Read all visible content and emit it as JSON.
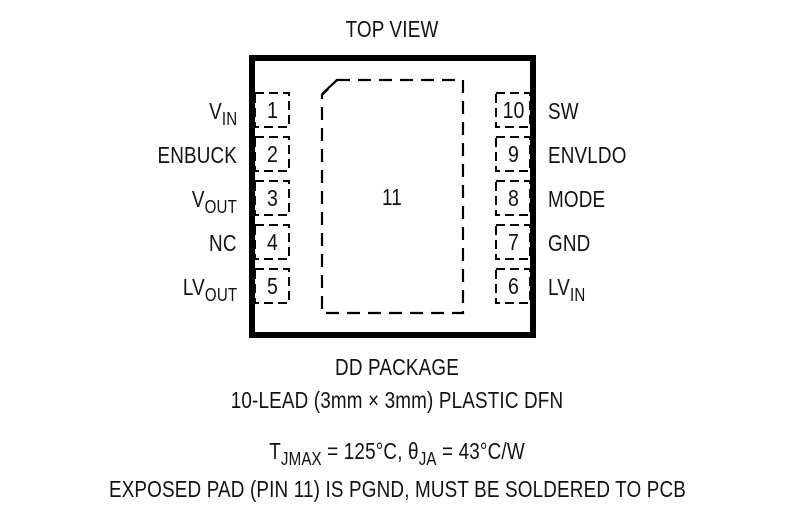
{
  "title": "TOP VIEW",
  "package": {
    "name": "DD PACKAGE",
    "description": "10-LEAD (3mm × 3mm) PLASTIC DFN",
    "exposed_pad_number": "11"
  },
  "pins_left": [
    {
      "number": "1",
      "name_main": "V",
      "name_sub": "IN"
    },
    {
      "number": "2",
      "name_main": "ENBUCK",
      "name_sub": ""
    },
    {
      "number": "3",
      "name_main": "V",
      "name_sub": "OUT"
    },
    {
      "number": "4",
      "name_main": "NC",
      "name_sub": ""
    },
    {
      "number": "5",
      "name_main": "LV",
      "name_sub": "OUT"
    }
  ],
  "pins_right": [
    {
      "number": "10",
      "name_main": "SW",
      "name_sub": ""
    },
    {
      "number": "9",
      "name_main": "ENVLDO",
      "name_sub": ""
    },
    {
      "number": "8",
      "name_main": "MODE",
      "name_sub": ""
    },
    {
      "number": "7",
      "name_main": "GND",
      "name_sub": ""
    },
    {
      "number": "6",
      "name_main": "LV",
      "name_sub": "IN"
    }
  ],
  "thermal": {
    "tj_symbol": "T",
    "tj_sub": "JMAX",
    "tj_value": " = 125°C, ",
    "theta_symbol": "θ",
    "theta_sub": "JA",
    "theta_value": " = 43°C/W"
  },
  "note": "EXPOSED PAD (PIN 11) IS PGND, MUST BE SOLDERED TO PCB"
}
